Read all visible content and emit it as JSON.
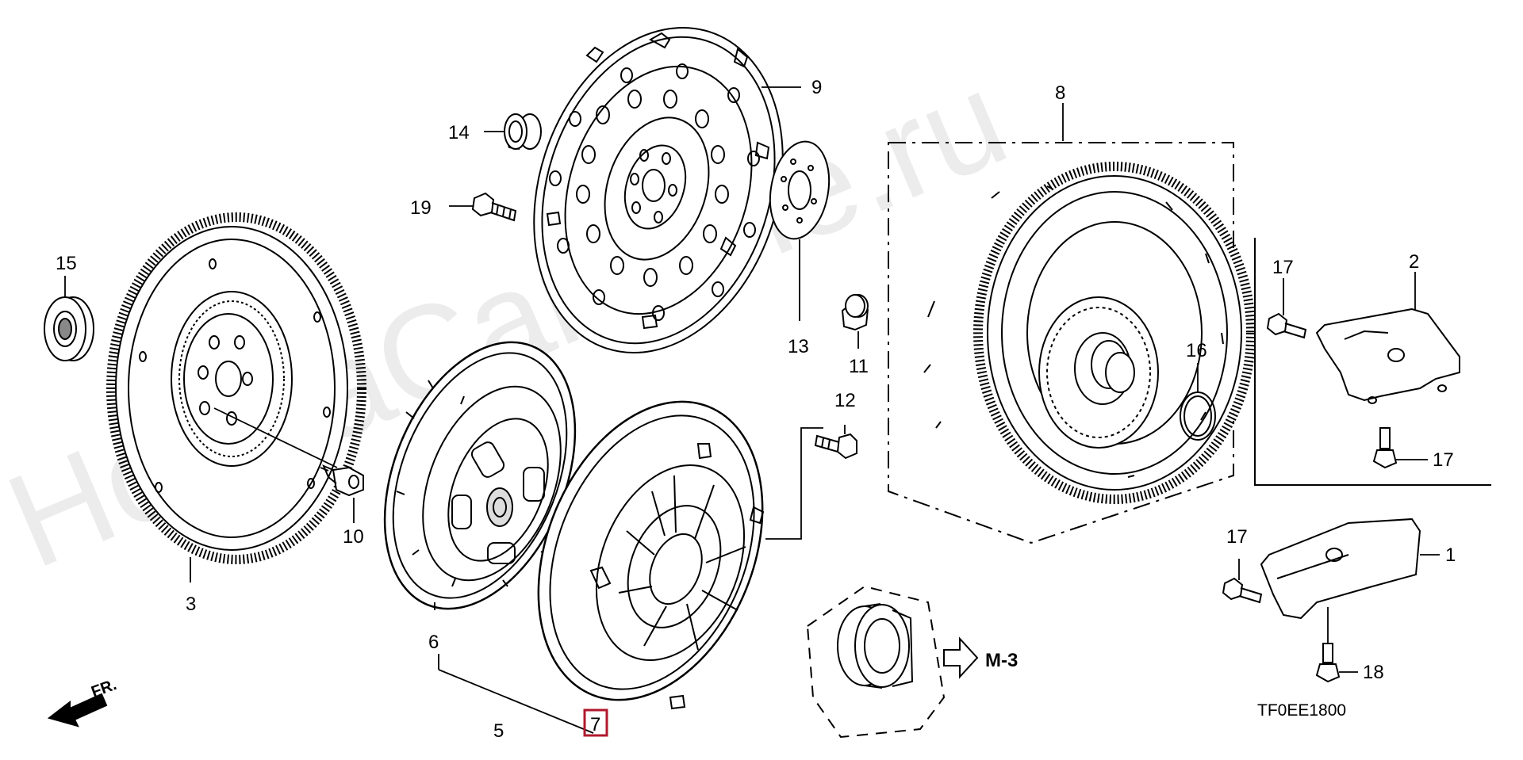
{
  "watermark": {
    "text": "HondaCarMine.ru"
  },
  "diagram_code": "TF0EE1800",
  "front_indicator": {
    "label": "FR."
  },
  "reference": {
    "label": "M-3"
  },
  "highlighted_part": "7",
  "parts": {
    "p1": "1",
    "p2": "2",
    "p3": "3",
    "p5": "5",
    "p6": "6",
    "p7": "7",
    "p8": "8",
    "p9": "9",
    "p10": "10",
    "p11": "11",
    "p12": "12",
    "p13": "13",
    "p14": "14",
    "p15": "15",
    "p16": "16",
    "p17a": "17",
    "p17b": "17",
    "p17c": "17",
    "p18": "18",
    "p19": "19"
  },
  "colors": {
    "line": "#000000",
    "highlight": "#b0182e",
    "watermark": "#ececec"
  }
}
